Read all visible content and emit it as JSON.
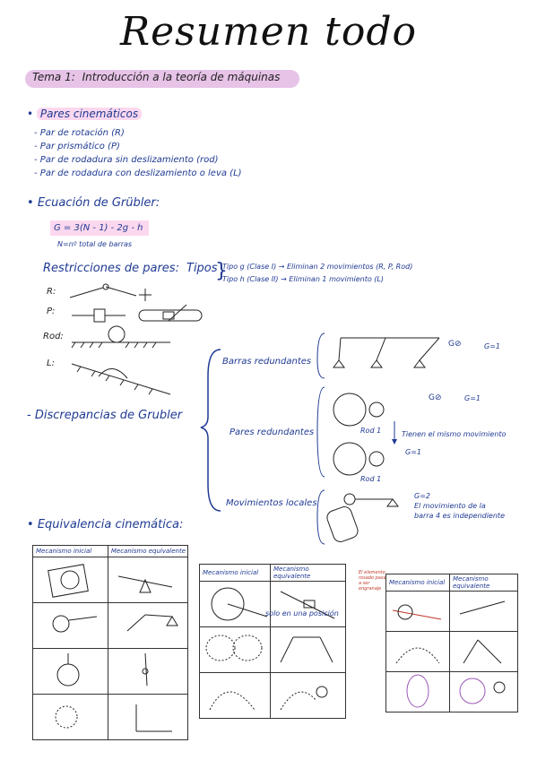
{
  "title": "Resumen todo",
  "tema": {
    "number": "Tema 1:",
    "name": "Introducción a la teoría de máquinas"
  },
  "pares": {
    "heading": "Pares cinemáticos",
    "items": [
      "- Par de rotación (R)",
      "- Par prismático (P)",
      "- Par de rodadura sin deslizamiento (rod)",
      "- Par de rodadura con deslizamiento o leva (L)"
    ]
  },
  "grubler": {
    "heading": "Ecuación de Grübler:",
    "formula": "G = 3(N - 1) - 2g - h",
    "note": "N=nº total de barras"
  },
  "restricciones": {
    "heading": "Restricciones de pares:",
    "tipos_label": "Tipos",
    "tipo_g": "Tipo g (Clase I) → Eliminan 2 movimientos (R, P, Rod)",
    "tipo_h": "Tipo h (Clase II) → Eliminan 1 movimiento (L)",
    "labels": [
      "R:",
      "P:",
      "Rod:",
      "L:"
    ]
  },
  "discrepancias": {
    "heading": "- Discrepancias de Grubler",
    "barras": {
      "label": "Barras redundantes",
      "note": "G=1"
    },
    "pares": {
      "label": "Pares redundantes",
      "note": "G=1",
      "side": "Tienen el mismo movimiento",
      "side_g": "G=1",
      "rod_labels": [
        "Rod 1",
        "Rod 1"
      ]
    },
    "locales": {
      "label": "Movimientos locales",
      "lines": [
        "G=2",
        "El movimiento de la",
        "barra 4 es independiente"
      ]
    }
  },
  "equivalencia": {
    "heading": "Equivalencia cinemática:",
    "col1": "Mecanismo inicial",
    "col2": "Mecanismo equivalente",
    "side_note": "El elemento rosado pasa a ser engranaje",
    "mid_note": "solo en una posición"
  }
}
